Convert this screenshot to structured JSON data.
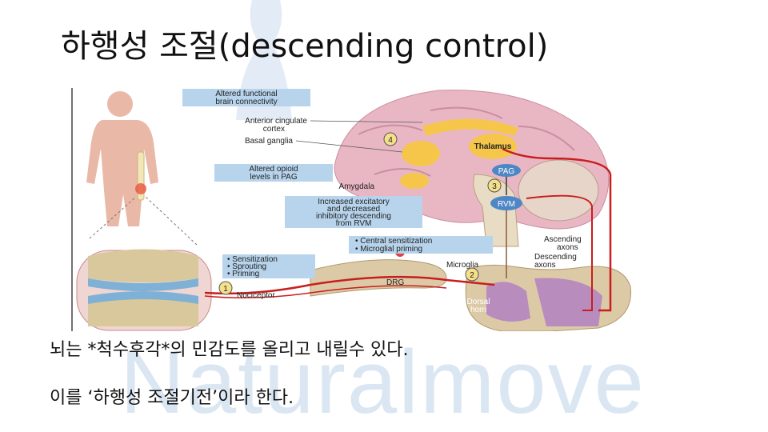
{
  "slide": {
    "title": "하행성 조절(descending control)",
    "body_lines": [
      "뇌는 *척수후각*의 민감도를 올리고 내릴수 있다.",
      "이를 ‘하행성 조절기전’이라 한다."
    ]
  },
  "watermark": {
    "text": "Naturalmove",
    "color": "#dbe6f3"
  },
  "figure": {
    "boxes": {
      "altered_connectivity": [
        "Altered functional",
        "brain connectivity"
      ],
      "altered_opioid": [
        "Altered opioid",
        "levels in PAG"
      ],
      "increased_excitatory": [
        "Increased excitatory",
        "and decreased",
        "inhibitory descending",
        "from RVM"
      ],
      "central_sensitization": [
        "• Central sensitization",
        "• Microglial priming"
      ],
      "peripheral": [
        "• Sensitization",
        "• Sprouting",
        "• Priming"
      ]
    },
    "labels": {
      "anterior_cingulate": [
        "Anterior cingulate",
        "cortex"
      ],
      "basal_ganglia": "Basal ganglia",
      "amygdala": "Amygdala",
      "thalamus": "Thalamus",
      "pag": "PAG",
      "rvm": "RVM",
      "ascending_axons": [
        "Ascending",
        "axons"
      ],
      "descending_axons": [
        "Descending",
        "axons"
      ],
      "microglia": "Microglia",
      "drg": "DRG",
      "nociceptor": "Nociceptor",
      "dorsal_horn": [
        "Dorsal",
        "horn"
      ]
    },
    "numbers": [
      "1",
      "2",
      "3",
      "4"
    ]
  }
}
